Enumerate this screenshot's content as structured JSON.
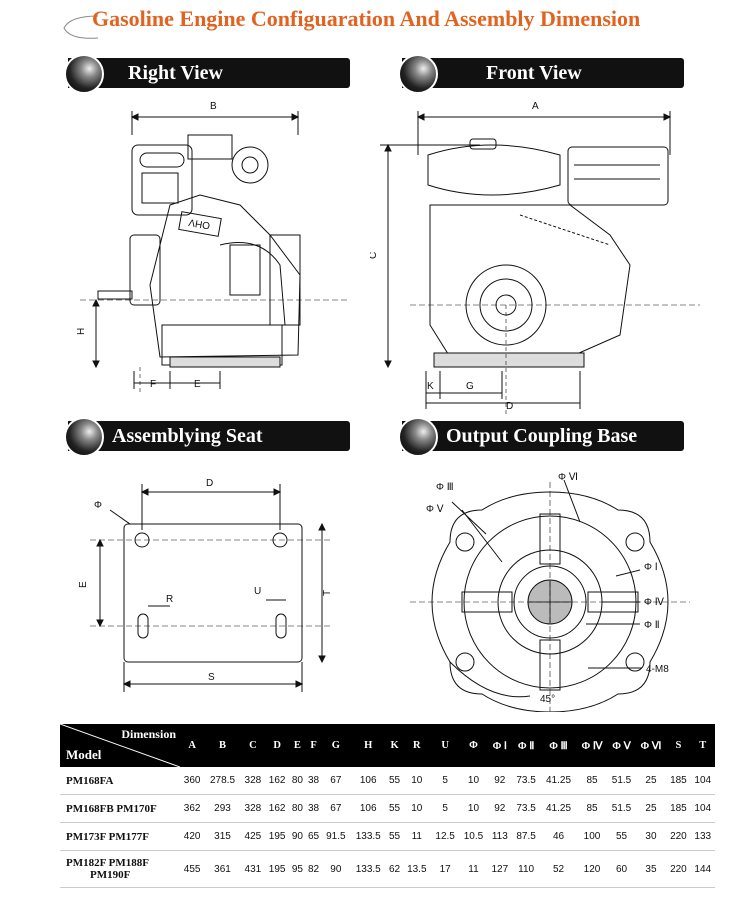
{
  "title": "Gasoline Engine Configuaration And Assembly Dimension",
  "colors": {
    "title": "#e2631f",
    "bar": "#111111"
  },
  "sections": {
    "right_view": "Right View",
    "front_view": "Front View",
    "assembly_seat": "Assemblying Seat",
    "output_base": "Output Coupling Base"
  },
  "right_view_labels": {
    "b": "B",
    "h": "H",
    "f": "F",
    "e": "E",
    "engine_mark": "OHV"
  },
  "front_view_labels": {
    "a": "A",
    "c": "C",
    "k": "K",
    "g": "G",
    "d": "D"
  },
  "seat_labels": {
    "phi": "Φ",
    "d": "D",
    "e": "E",
    "r": "R",
    "u": "U",
    "t": "T",
    "s": "S"
  },
  "base_labels": {
    "phi3": "Φ Ⅲ",
    "phi6": "Φ Ⅵ",
    "phi5": "Φ Ⅴ",
    "phi1": "Φ Ⅰ",
    "phi4": "Φ Ⅳ",
    "phi2": "Φ Ⅱ",
    "bolts": "4-M8",
    "angle": "45°"
  },
  "table": {
    "header_dimension": "Dimension",
    "header_model": "Model",
    "columns": [
      "A",
      "B",
      "C",
      "D",
      "E",
      "F",
      "G",
      "H",
      "K",
      "R",
      "U",
      "Φ",
      "Φ Ⅰ",
      "Φ Ⅱ",
      "Φ Ⅲ",
      "Φ Ⅳ",
      "Φ Ⅴ",
      "Φ Ⅵ",
      "S",
      "T"
    ],
    "rows": [
      {
        "model": [
          "PM168FA"
        ],
        "values": [
          "360",
          "278.5",
          "328",
          "162",
          "80",
          "38",
          "67",
          "106",
          "55",
          "10",
          "5",
          "10",
          "92",
          "73.5",
          "41.25",
          "85",
          "51.5",
          "25",
          "185",
          "104"
        ]
      },
      {
        "model": [
          "PM168FB  PM170F"
        ],
        "values": [
          "362",
          "293",
          "328",
          "162",
          "80",
          "38",
          "67",
          "106",
          "55",
          "10",
          "5",
          "10",
          "92",
          "73.5",
          "41.25",
          "85",
          "51.5",
          "25",
          "185",
          "104"
        ]
      },
      {
        "model": [
          "PM173F  PM177F"
        ],
        "values": [
          "420",
          "315",
          "425",
          "195",
          "90",
          "65",
          "91.5",
          "133.5",
          "55",
          "11",
          "12.5",
          "10.5",
          "113",
          "87.5",
          "46",
          "100",
          "55",
          "30",
          "220",
          "133"
        ]
      },
      {
        "model": [
          "PM182F  PM188F",
          "PM190F"
        ],
        "values": [
          "455",
          "361",
          "431",
          "195",
          "95",
          "82",
          "90",
          "133.5",
          "62",
          "13.5",
          "17",
          "11",
          "127",
          "110",
          "52",
          "120",
          "60",
          "35",
          "220",
          "144"
        ]
      }
    ]
  }
}
